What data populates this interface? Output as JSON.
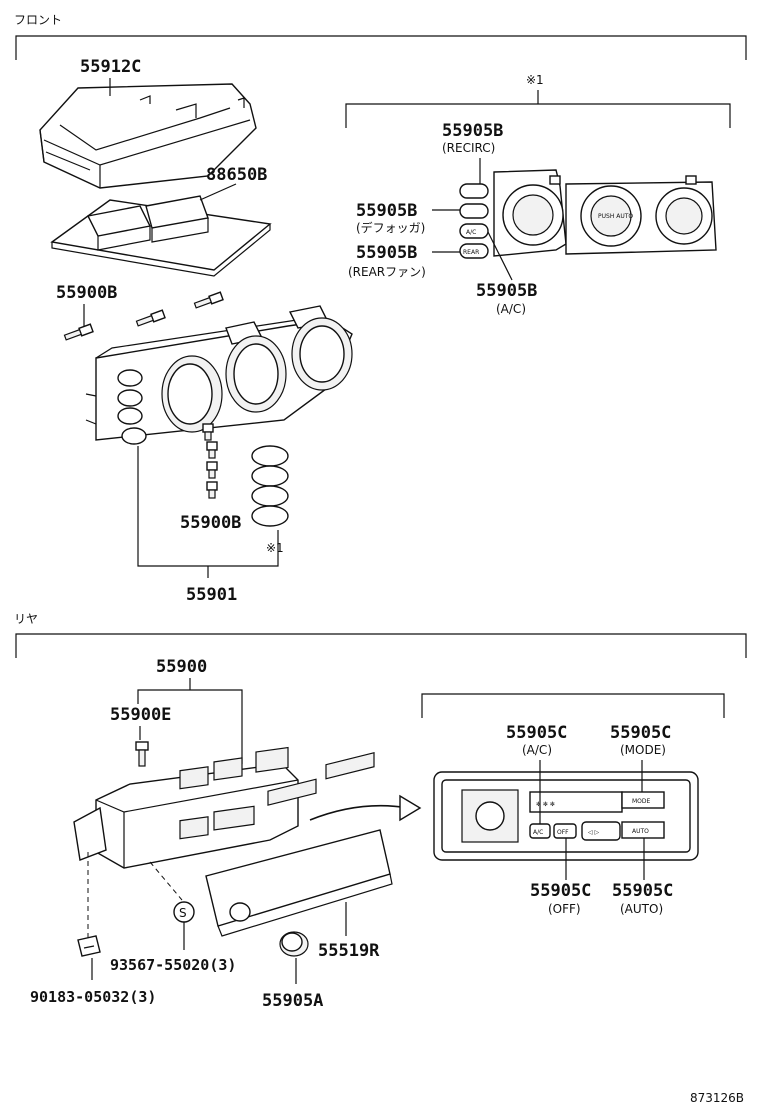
{
  "sections": {
    "front": "フロント",
    "rear": "リヤ"
  },
  "note_mark": "※1",
  "front": {
    "parts": {
      "p55912C": "55912C",
      "p88650B": "88650B",
      "p55900B_top": "55900B",
      "p55900B_bottom": "55900B",
      "p55901": "55901"
    },
    "inset": {
      "recirc_pn": "55905B",
      "recirc_sub": "(RECIRC)",
      "defog_pn": "55905B",
      "defog_sub": "(デフォッガ)",
      "rearfan_pn": "55905B",
      "rearfan_sub": "(REARファン)",
      "ac_pn": "55905B",
      "ac_sub": "(A/C)",
      "btn_ac": "A/C",
      "btn_rear": "REAR",
      "knob_text": "PUSH AUTO"
    }
  },
  "rear": {
    "parts": {
      "p55900": "55900",
      "p55900E": "55900E",
      "p93567": "93567-55020(3)",
      "p55519R": "55519R",
      "p55905A": "55905A",
      "p90183": "90183-05032(3)",
      "s_mark": "S"
    },
    "inset": {
      "ac_pn": "55905C",
      "ac_sub": "(A/C)",
      "mode_pn": "55905C",
      "mode_sub": "(MODE)",
      "off_pn": "55905C",
      "off_sub": "(OFF)",
      "auto_pn": "55905C",
      "auto_sub": "(AUTO)",
      "btn_ac": "A/C",
      "btn_off": "OFF",
      "btn_mode": "MODE",
      "btn_auto": "AUTO"
    }
  },
  "diagram_id": "873126B"
}
